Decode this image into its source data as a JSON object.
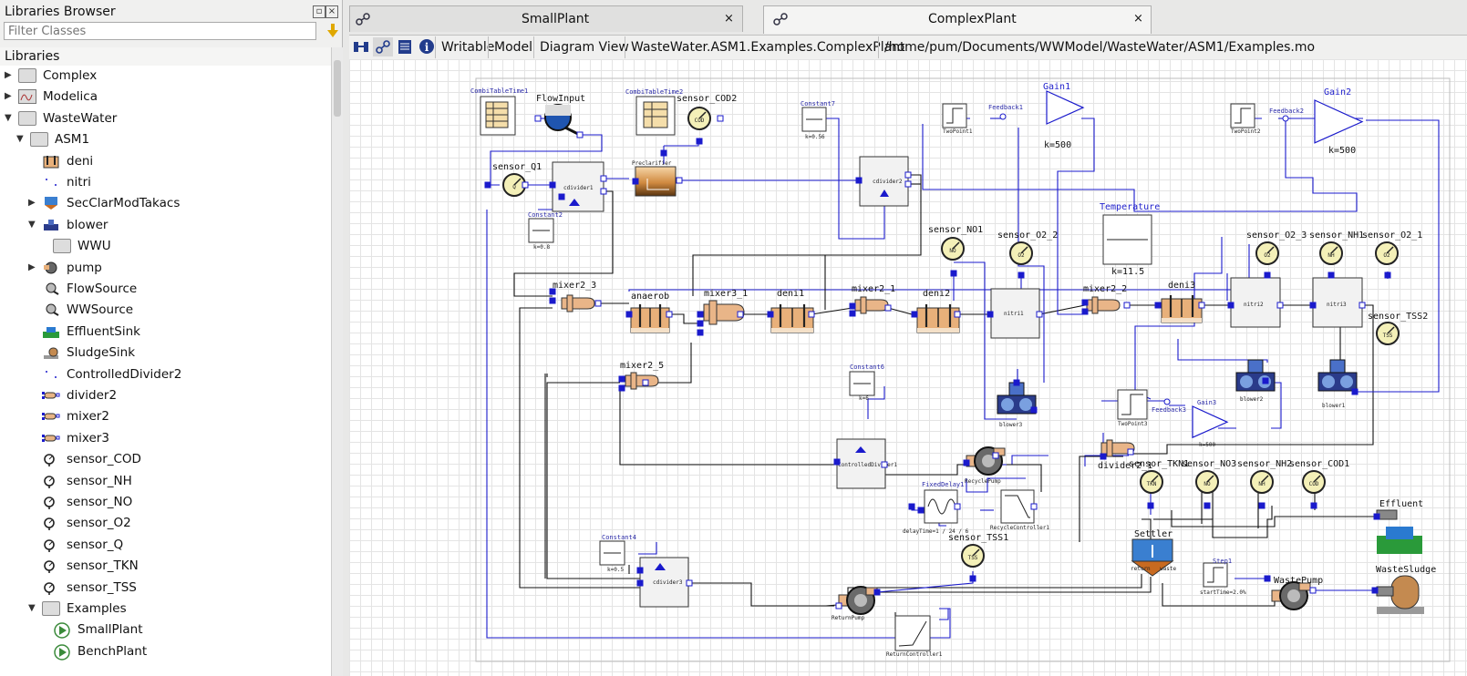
{
  "library_browser": {
    "title": "Libraries Browser",
    "filter_placeholder": "Filter Classes",
    "header": "Libraries",
    "items": [
      {
        "label": "Complex",
        "icon": "package-icon"
      },
      {
        "label": "Modelica",
        "icon": "modelica-icon"
      },
      {
        "label": "WasteWater",
        "icon": "package-icon"
      },
      {
        "label": "ASM1",
        "icon": "package-icon"
      },
      {
        "label": "deni",
        "icon": "tank-icon"
      },
      {
        "label": "nitri",
        "icon": "dots-icon"
      },
      {
        "label": "SecClarModTakacs",
        "icon": "clarifier-icon"
      },
      {
        "label": "blower",
        "icon": "blower-icon"
      },
      {
        "label": "WWU",
        "icon": "package-icon"
      },
      {
        "label": "pump",
        "icon": "pump-icon"
      },
      {
        "label": "FlowSource",
        "icon": "flowsource-icon"
      },
      {
        "label": "WWSource",
        "icon": "wwsource-icon"
      },
      {
        "label": "EffluentSink",
        "icon": "effluent-icon"
      },
      {
        "label": "SludgeSink",
        "icon": "sludge-icon"
      },
      {
        "label": "ControlledDivider2",
        "icon": "dots-icon"
      },
      {
        "label": "divider2",
        "icon": "divider-icon"
      },
      {
        "label": "mixer2",
        "icon": "mixer-icon"
      },
      {
        "label": "mixer3",
        "icon": "mixer-icon"
      },
      {
        "label": "sensor_COD",
        "icon": "sensor-icon"
      },
      {
        "label": "sensor_NH",
        "icon": "sensor-icon"
      },
      {
        "label": "sensor_NO",
        "icon": "sensor-icon"
      },
      {
        "label": "sensor_O2",
        "icon": "sensor-icon"
      },
      {
        "label": "sensor_Q",
        "icon": "sensor-icon"
      },
      {
        "label": "sensor_TKN",
        "icon": "sensor-icon"
      },
      {
        "label": "sensor_TSS",
        "icon": "sensor-icon"
      },
      {
        "label": "Examples",
        "icon": "package-icon"
      },
      {
        "label": "SmallPlant",
        "icon": "play-icon"
      },
      {
        "label": "BenchPlant",
        "icon": "play-icon"
      }
    ]
  },
  "tabs": [
    {
      "label": "SmallPlant",
      "close": "×"
    },
    {
      "label": "ComplexPlant",
      "close": "×"
    }
  ],
  "toolbar": {
    "writable": "Writable",
    "model": "Model",
    "view": "Diagram View",
    "class_path": "WasteWater.ASM1.Examples.ComplexPlant",
    "file_path": "/home/pum/Documents/WWModel/WasteWater/ASM1/Examples.mo"
  },
  "diagram": {
    "CombiTableTime1": "CombiTableTime1",
    "FlowInput": "FlowInput",
    "CombiTableTime2": "CombiTableTime2",
    "sensor_COD2": "sensor_COD2",
    "Constant7": "Constant7",
    "k056": "k=0.56",
    "TwoPoint1": "TwoPoint1",
    "Feedback1": "Feedback1",
    "Gain1": "Gain1",
    "k500a": "k=500",
    "TwoPoint2": "TwoPoint2",
    "Feedback2": "Feedback2",
    "Gain2": "Gain2",
    "k500b": "k=500",
    "sensor_Q1": "sensor_Q1",
    "cdivider1": "cdivider1",
    "Preclarifier": "Preclarifier",
    "cdivider2": "cdivider2",
    "Constant2": "Constant2",
    "k08": "k=0.8",
    "Temperature": "Temperature",
    "k115": "k=11.5",
    "sensor_NO1": "sensor_NO1",
    "sensor_O2_2": "sensor_O2_2",
    "sensor_O2_3": "sensor_O2_3",
    "sensor_NH1": "sensor_NH1",
    "sensor_O2_1": "sensor_O2_1",
    "mixer2_3": "mixer2_3",
    "anaerob": "anaerob",
    "mixer3_1": "mixer3_1",
    "deni1": "deni1",
    "mixer2_1": "mixer2_1",
    "deni2": "deni2",
    "nitri1": "nitri1",
    "mixer2_2": "mixer2_2",
    "deni3": "deni3",
    "nitri2": "nitri2",
    "nitri3": "nitri3",
    "sensor_TSS2": "sensor_TSS2",
    "mixer2_5": "mixer2_5",
    "Constant6": "Constant6",
    "k6": "k=6",
    "blower3": "blower3",
    "blower2": "blower2",
    "blower1": "blower1",
    "TwoPoint3": "TwoPoint3",
    "Feedback3": "Feedback3",
    "Gain3": "Gain3",
    "k500c": "k=500",
    "ControlledDivider1": "ControlledDivider1",
    "RecyclePump": "RecyclePump",
    "divider2_1": "divider2_1",
    "sensor_TKN1": "sensor_TKN1",
    "sensor_NO3": "sensor_NO3",
    "sensor_NH2": "sensor_NH2",
    "sensor_COD1": "sensor_COD1",
    "Effluent": "Effluent",
    "FixedDelay1": "FixedDelay1",
    "delayTime": "delayTime=1 / 24 / 6",
    "RecycleController1": "RecycleController1",
    "sensor_TSS1": "sensor_TSS1",
    "Settler": "Settler",
    "return": "return",
    "waste": "waste",
    "Step1": "Step1",
    "startTime": "startTime=2.0%",
    "WastePump": "WastePump",
    "WasteSludge": "WasteSludge",
    "Constant4": "Constant4",
    "k05": "k=0.5",
    "cdivider3": "cdivider3",
    "ReturnPump": "ReturnPump",
    "ReturnController1": "ReturnController1",
    "cod": "COD",
    "q": "Q",
    "no": "NO",
    "o2": "O2",
    "nh": "NH",
    "tss": "TSS",
    "tkn": "TKN"
  },
  "colors": {
    "wire": "#1a1acc",
    "connector": "#1a1acc",
    "sensor": "#f2efb5",
    "tank": "#e8b07a"
  }
}
